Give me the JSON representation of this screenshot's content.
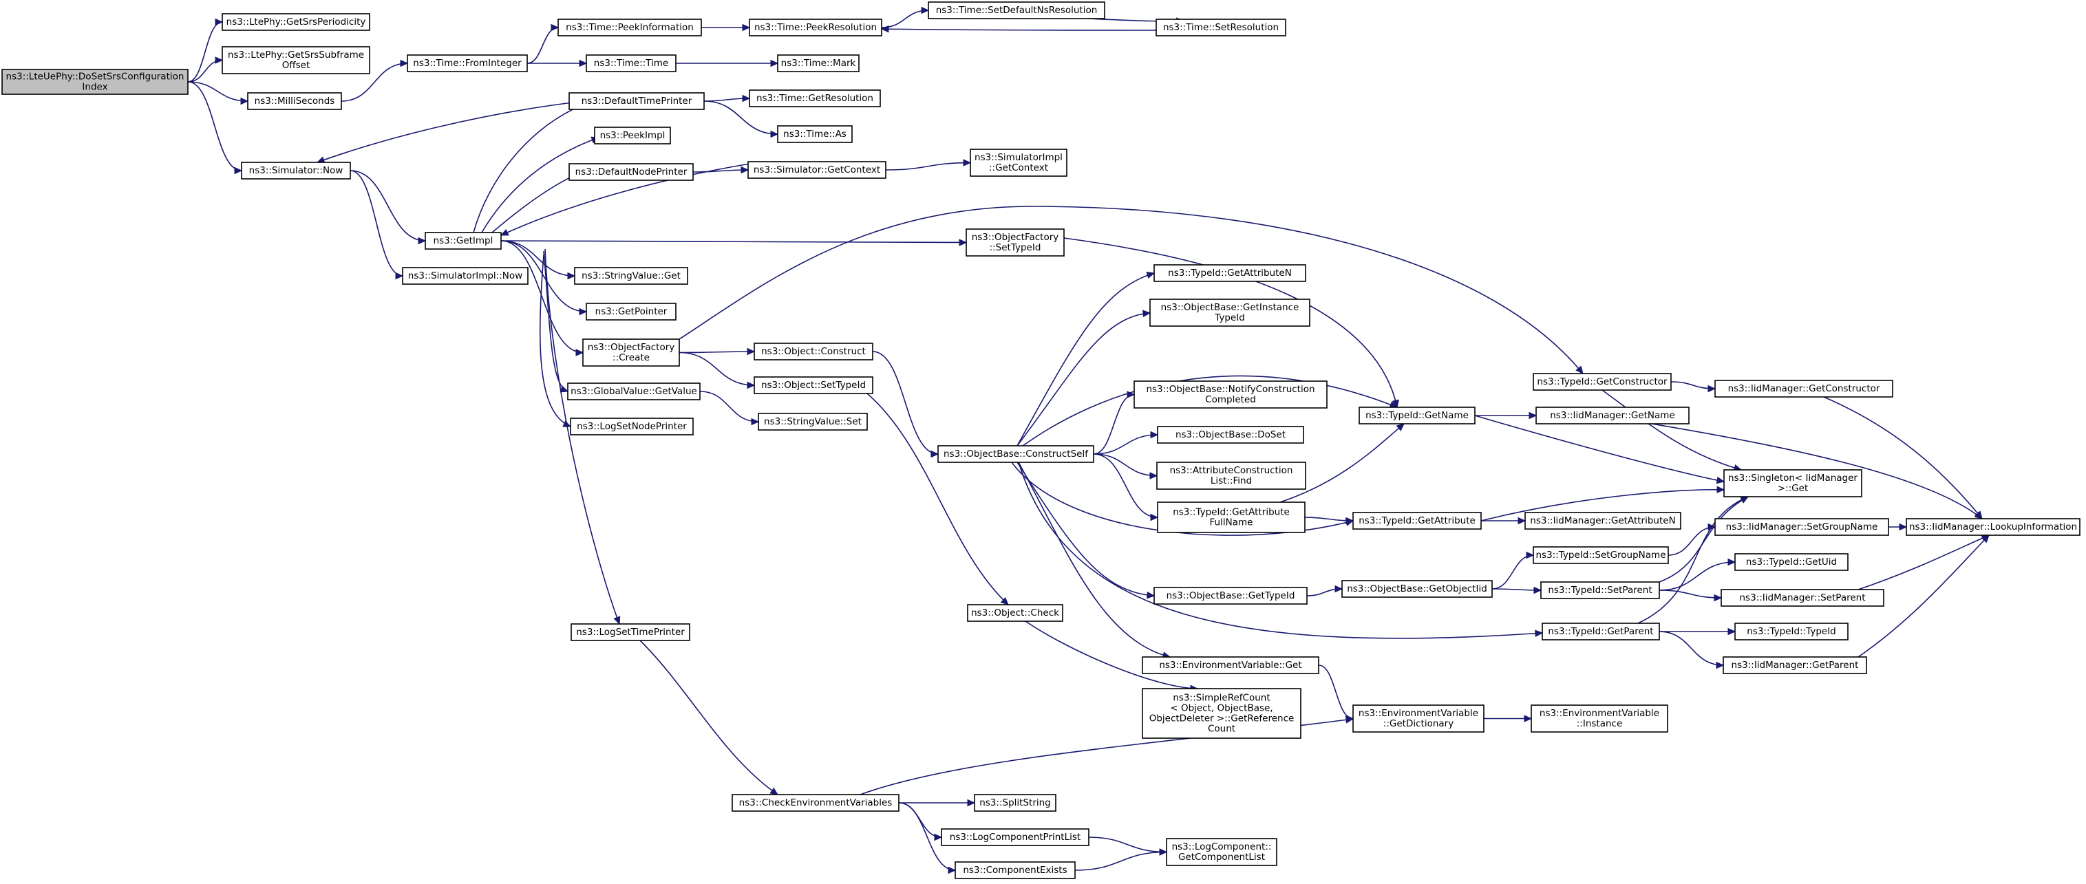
{
  "graph": {
    "root": "n0",
    "colors": {
      "edge": "#191970",
      "node_border": "#000000",
      "root_fill": "#bfbfbf",
      "node_fill": "#ffffff"
    },
    "nodes": [
      {
        "id": "n0",
        "lines": [
          "ns3::LteUePhy::DoSetSrsConfiguration",
          "Index"
        ]
      },
      {
        "id": "n1",
        "lines": [
          "ns3::LtePhy::GetSrsPeriodicity"
        ]
      },
      {
        "id": "n2",
        "lines": [
          "ns3::LtePhy::GetSrsSubframe",
          "Offset"
        ]
      },
      {
        "id": "n3",
        "lines": [
          "ns3::MilliSeconds"
        ]
      },
      {
        "id": "n4",
        "lines": [
          "ns3::Simulator::Now"
        ]
      },
      {
        "id": "n5",
        "lines": [
          "ns3::Time::FromInteger"
        ]
      },
      {
        "id": "n6",
        "lines": [
          "ns3::Time::PeekInformation"
        ]
      },
      {
        "id": "n7",
        "lines": [
          "ns3::Time::PeekResolution"
        ]
      },
      {
        "id": "n8",
        "lines": [
          "ns3::Time::SetDefaultNsResolution"
        ]
      },
      {
        "id": "n9",
        "lines": [
          "ns3::Time::SetResolution"
        ]
      },
      {
        "id": "n10",
        "lines": [
          "ns3::Time::Time"
        ]
      },
      {
        "id": "n11",
        "lines": [
          "ns3::Time::Mark"
        ]
      },
      {
        "id": "n12",
        "lines": [
          "ns3::DefaultTimePrinter"
        ]
      },
      {
        "id": "n13",
        "lines": [
          "ns3::Time::GetResolution"
        ]
      },
      {
        "id": "n14",
        "lines": [
          "ns3::Time::As"
        ]
      },
      {
        "id": "n15",
        "lines": [
          "ns3::PeekImpl"
        ]
      },
      {
        "id": "n16",
        "lines": [
          "ns3::DefaultNodePrinter"
        ]
      },
      {
        "id": "n17",
        "lines": [
          "ns3::Simulator::GetContext"
        ]
      },
      {
        "id": "n18",
        "lines": [
          "ns3::SimulatorImpl",
          "::GetContext"
        ]
      },
      {
        "id": "n19",
        "lines": [
          "ns3::GetImpl"
        ]
      },
      {
        "id": "n20",
        "lines": [
          "ns3::SimulatorImpl::Now"
        ]
      },
      {
        "id": "n21",
        "lines": [
          "ns3::ObjectFactory",
          "::SetTypeId"
        ]
      },
      {
        "id": "n22",
        "lines": [
          "ns3::StringValue::Get"
        ]
      },
      {
        "id": "n23",
        "lines": [
          "ns3::GetPointer"
        ]
      },
      {
        "id": "n24",
        "lines": [
          "ns3::ObjectFactory",
          "::Create"
        ]
      },
      {
        "id": "n25",
        "lines": [
          "ns3::Object::Construct"
        ]
      },
      {
        "id": "n26",
        "lines": [
          "ns3::Object::SetTypeId"
        ]
      },
      {
        "id": "n27",
        "lines": [
          "ns3::GlobalValue::GetValue"
        ]
      },
      {
        "id": "n28",
        "lines": [
          "ns3::StringValue::Set"
        ]
      },
      {
        "id": "n29",
        "lines": [
          "ns3::LogSetNodePrinter"
        ]
      },
      {
        "id": "n30",
        "lines": [
          "ns3::LogSetTimePrinter"
        ]
      },
      {
        "id": "n31",
        "lines": [
          "ns3::Object::Check"
        ]
      },
      {
        "id": "n32",
        "lines": [
          "ns3::ObjectBase::ConstructSelf"
        ]
      },
      {
        "id": "n33",
        "lines": [
          "ns3::TypeId::GetAttributeN"
        ]
      },
      {
        "id": "n34",
        "lines": [
          "ns3::ObjectBase::GetInstance",
          "TypeId"
        ]
      },
      {
        "id": "n35",
        "lines": [
          "ns3::ObjectBase::NotifyConstruction",
          "Completed"
        ]
      },
      {
        "id": "n36",
        "lines": [
          "ns3::ObjectBase::DoSet"
        ]
      },
      {
        "id": "n37",
        "lines": [
          "ns3::AttributeConstruction",
          "List::Find"
        ]
      },
      {
        "id": "n38",
        "lines": [
          "ns3::TypeId::GetAttribute",
          "FullName"
        ]
      },
      {
        "id": "n39",
        "lines": [
          "ns3::ObjectBase::GetTypeId"
        ]
      },
      {
        "id": "n40",
        "lines": [
          "ns3::EnvironmentVariable::Get"
        ]
      },
      {
        "id": "n41",
        "lines": [
          "ns3::SimpleRefCount",
          "< Object, ObjectBase,",
          "ObjectDeleter >::GetReference",
          "Count"
        ]
      },
      {
        "id": "n42",
        "lines": [
          "ns3::TypeId::GetName"
        ]
      },
      {
        "id": "n43",
        "lines": [
          "ns3::TypeId::GetAttribute"
        ]
      },
      {
        "id": "n44",
        "lines": [
          "ns3::ObjectBase::GetObjectIid"
        ]
      },
      {
        "id": "n45",
        "lines": [
          "ns3::EnvironmentVariable",
          "::GetDictionary"
        ]
      },
      {
        "id": "n46",
        "lines": [
          "ns3::EnvironmentVariable",
          "::Instance"
        ]
      },
      {
        "id": "n47",
        "lines": [
          "ns3::TypeId::GetConstructor"
        ]
      },
      {
        "id": "n48",
        "lines": [
          "ns3::IidManager::GetConstructor"
        ]
      },
      {
        "id": "n49",
        "lines": [
          "ns3::IidManager::GetName"
        ]
      },
      {
        "id": "n50",
        "lines": [
          "ns3::Singleton< IidManager",
          ">::Get"
        ]
      },
      {
        "id": "n51",
        "lines": [
          "ns3::IidManager::GetAttributeN"
        ]
      },
      {
        "id": "n52",
        "lines": [
          "ns3::TypeId::SetGroupName"
        ]
      },
      {
        "id": "n53",
        "lines": [
          "ns3::IidManager::SetGroupName"
        ]
      },
      {
        "id": "n54",
        "lines": [
          "ns3::IidManager::LookupInformation"
        ]
      },
      {
        "id": "n55",
        "lines": [
          "ns3::TypeId::GetUid"
        ]
      },
      {
        "id": "n56",
        "lines": [
          "ns3::TypeId::SetParent"
        ]
      },
      {
        "id": "n57",
        "lines": [
          "ns3::IidManager::SetParent"
        ]
      },
      {
        "id": "n58",
        "lines": [
          "ns3::TypeId::GetParent"
        ]
      },
      {
        "id": "n59",
        "lines": [
          "ns3::TypeId::TypeId"
        ]
      },
      {
        "id": "n60",
        "lines": [
          "ns3::IidManager::GetParent"
        ]
      },
      {
        "id": "n61",
        "lines": [
          "ns3::CheckEnvironmentVariables"
        ]
      },
      {
        "id": "n62",
        "lines": [
          "ns3::SplitString"
        ]
      },
      {
        "id": "n63",
        "lines": [
          "ns3::LogComponentPrintList"
        ]
      },
      {
        "id": "n64",
        "lines": [
          "ns3::ComponentExists"
        ]
      },
      {
        "id": "n65",
        "lines": [
          "ns3::LogComponent::",
          "GetComponentList"
        ]
      }
    ],
    "edges": [
      [
        "n0",
        "n1"
      ],
      [
        "n0",
        "n2"
      ],
      [
        "n0",
        "n3"
      ],
      [
        "n0",
        "n4"
      ],
      [
        "n3",
        "n5"
      ],
      [
        "n5",
        "n6"
      ],
      [
        "n5",
        "n10"
      ],
      [
        "n6",
        "n7"
      ],
      [
        "n7",
        "n8"
      ],
      [
        "n8",
        "n9"
      ],
      [
        "n9",
        "n7"
      ],
      [
        "n10",
        "n11"
      ],
      [
        "n4",
        "n19"
      ],
      [
        "n4",
        "n20"
      ],
      [
        "n19",
        "n12"
      ],
      [
        "n19",
        "n15"
      ],
      [
        "n19",
        "n16"
      ],
      [
        "n19",
        "n21"
      ],
      [
        "n19",
        "n22"
      ],
      [
        "n19",
        "n23"
      ],
      [
        "n19",
        "n24"
      ],
      [
        "n19",
        "n27"
      ],
      [
        "n19",
        "n29"
      ],
      [
        "n19",
        "n30"
      ],
      [
        "n12",
        "n4"
      ],
      [
        "n12",
        "n13"
      ],
      [
        "n12",
        "n14"
      ],
      [
        "n16",
        "n17"
      ],
      [
        "n17",
        "n18"
      ],
      [
        "n17",
        "n19"
      ],
      [
        "n21",
        "n42"
      ],
      [
        "n24",
        "n25"
      ],
      [
        "n24",
        "n26"
      ],
      [
        "n24",
        "n47"
      ],
      [
        "n25",
        "n32"
      ],
      [
        "n26",
        "n31"
      ],
      [
        "n27",
        "n28"
      ],
      [
        "n30",
        "n61"
      ],
      [
        "n31",
        "n41"
      ],
      [
        "n32",
        "n33"
      ],
      [
        "n32",
        "n34"
      ],
      [
        "n32",
        "n35"
      ],
      [
        "n32",
        "n36"
      ],
      [
        "n32",
        "n37"
      ],
      [
        "n32",
        "n38"
      ],
      [
        "n32",
        "n39"
      ],
      [
        "n32",
        "n40"
      ],
      [
        "n32",
        "n42"
      ],
      [
        "n32",
        "n43"
      ],
      [
        "n32",
        "n58"
      ],
      [
        "n38",
        "n42"
      ],
      [
        "n38",
        "n43"
      ],
      [
        "n39",
        "n44"
      ],
      [
        "n40",
        "n45"
      ],
      [
        "n42",
        "n49"
      ],
      [
        "n42",
        "n50"
      ],
      [
        "n43",
        "n50"
      ],
      [
        "n43",
        "n51"
      ],
      [
        "n44",
        "n52"
      ],
      [
        "n44",
        "n56"
      ],
      [
        "n45",
        "n46"
      ],
      [
        "n47",
        "n48"
      ],
      [
        "n47",
        "n50"
      ],
      [
        "n48",
        "n54"
      ],
      [
        "n49",
        "n54"
      ],
      [
        "n52",
        "n53"
      ],
      [
        "n53",
        "n54"
      ],
      [
        "n56",
        "n50"
      ],
      [
        "n56",
        "n55"
      ],
      [
        "n56",
        "n57"
      ],
      [
        "n57",
        "n54"
      ],
      [
        "n58",
        "n50"
      ],
      [
        "n58",
        "n59"
      ],
      [
        "n58",
        "n60"
      ],
      [
        "n60",
        "n54"
      ],
      [
        "n61",
        "n62"
      ],
      [
        "n61",
        "n63"
      ],
      [
        "n61",
        "n64"
      ],
      [
        "n61",
        "n45"
      ],
      [
        "n63",
        "n65"
      ],
      [
        "n64",
        "n65"
      ]
    ]
  }
}
